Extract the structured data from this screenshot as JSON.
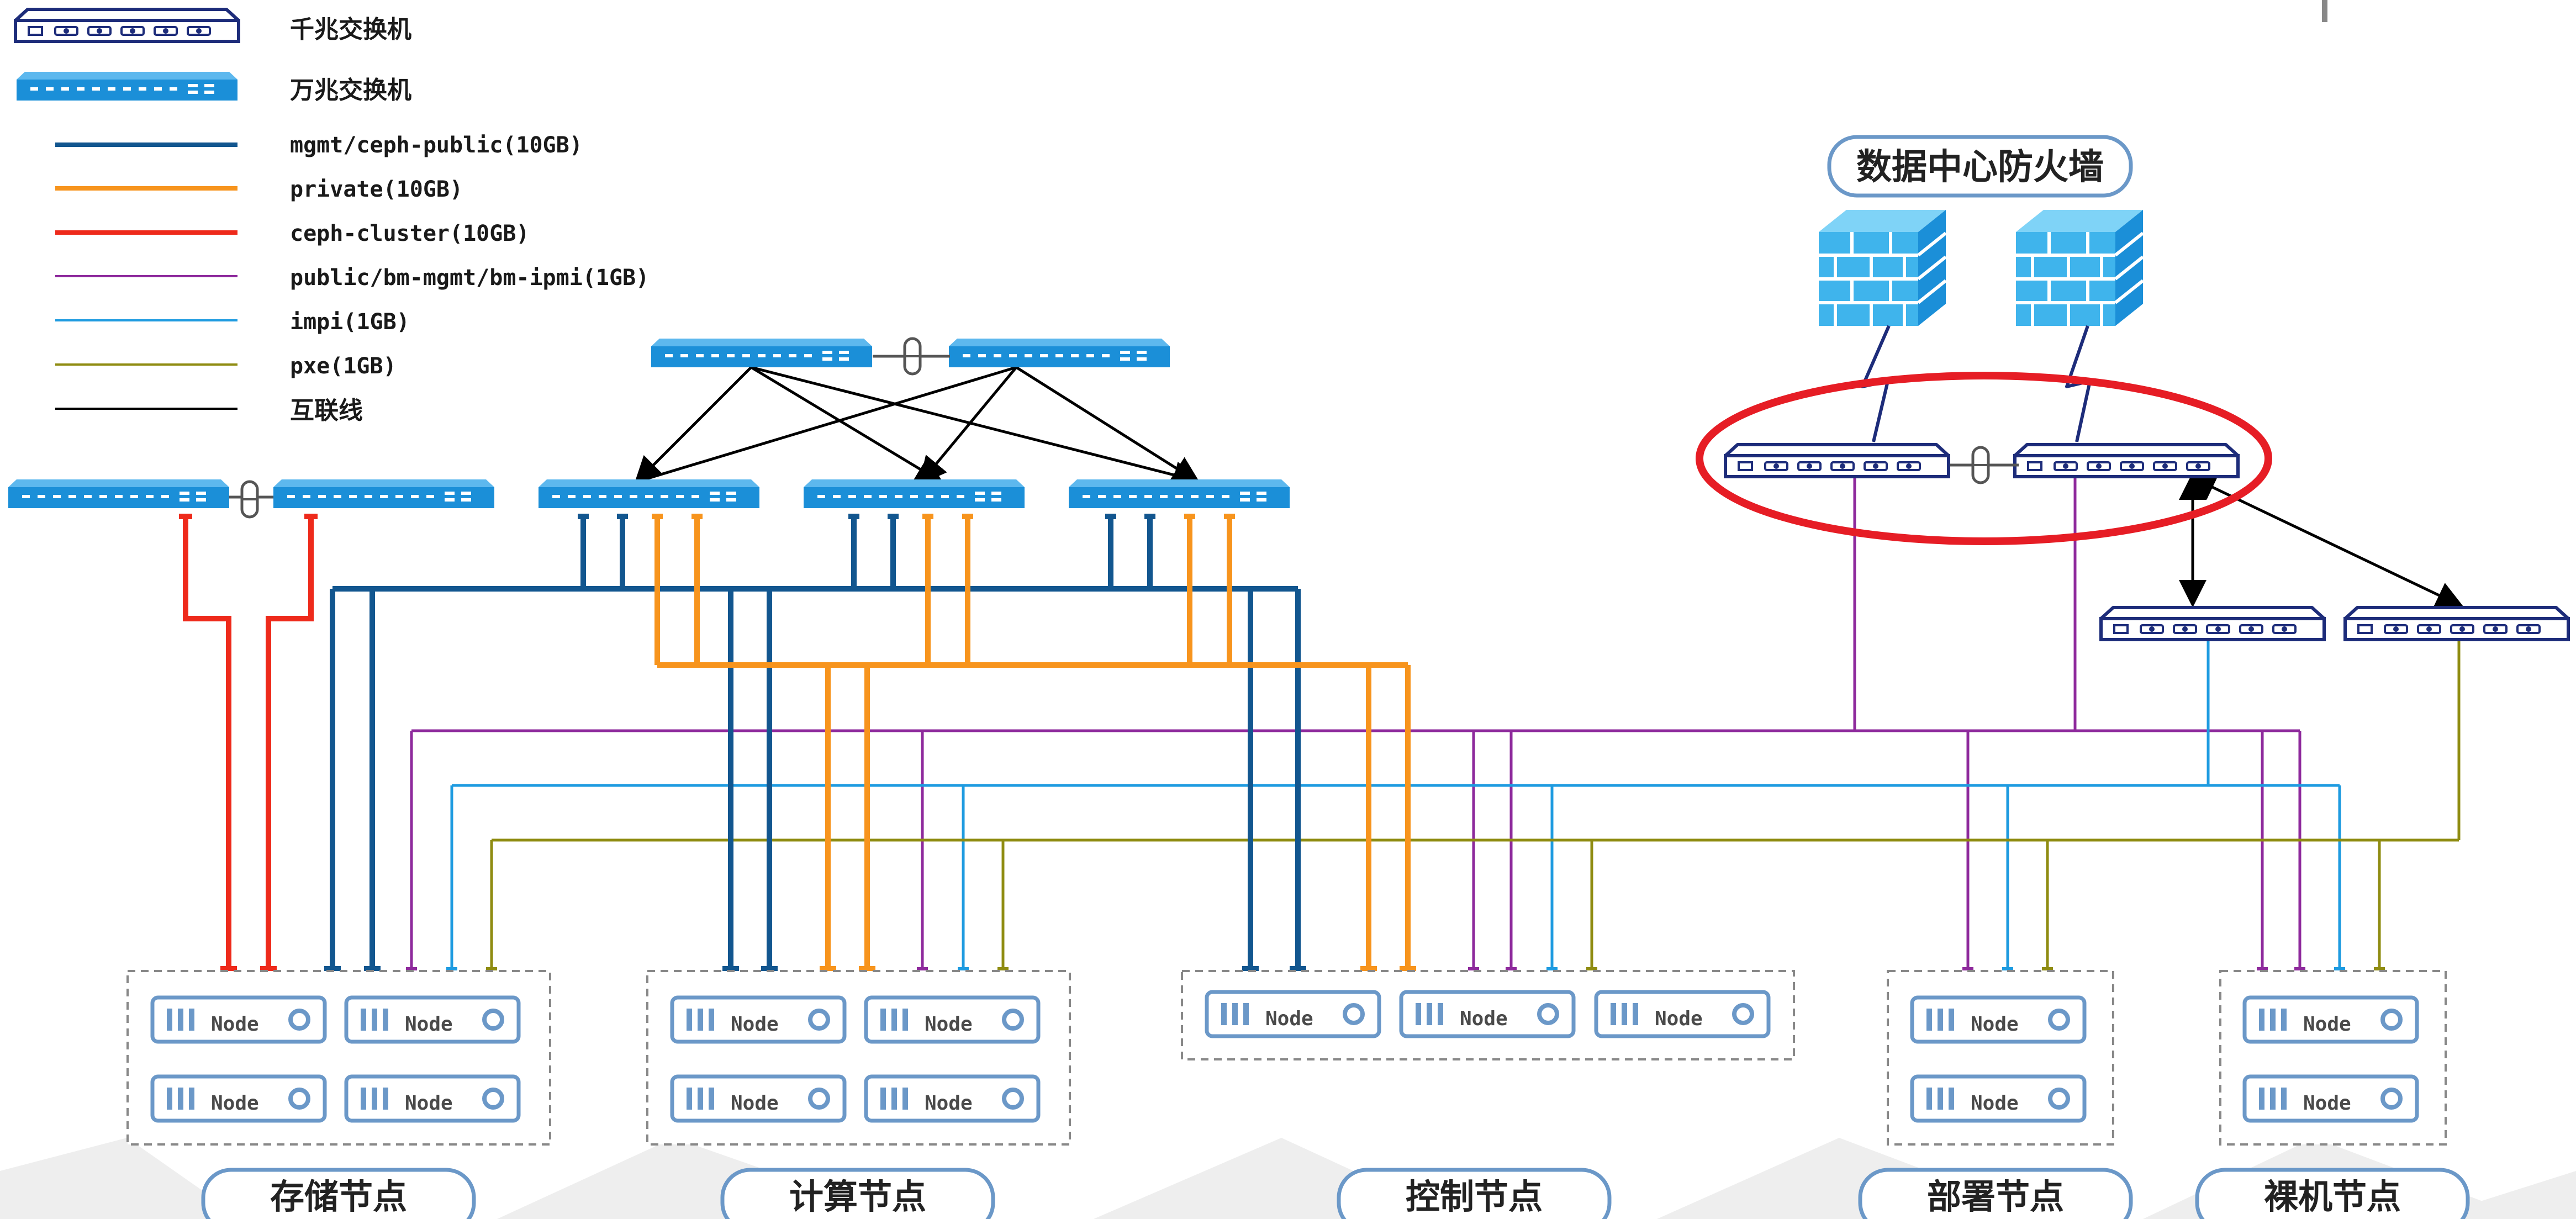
{
  "legend": {
    "switch_1g": "千兆交换机",
    "switch_10g": "万兆交换机",
    "mgmt": "mgmt/ceph-public(10GB)",
    "private": "private(10GB)",
    "ceph_cluster": "ceph-cluster(10GB)",
    "public": "public/bm-mgmt/bm-ipmi(1GB)",
    "ipmi": "impi(1GB)",
    "pxe": "pxe(1GB)",
    "interconnect": "互联线"
  },
  "firewall_label": "数据中心防火墙",
  "node_label": "Node",
  "groups": {
    "storage": "存储节点",
    "compute": "计算节点",
    "control": "控制节点",
    "deploy": "部署节点",
    "baremetal": "裸机节点"
  },
  "colors": {
    "mgmt": "#12568f",
    "private": "#f7941d",
    "ceph_cluster": "#ee2a1b",
    "public": "#8e2a9c",
    "ipmi": "#1e9be0",
    "pxe": "#8f8c12",
    "interconnect": "#000000",
    "switch_10g": "#1b8fd8",
    "switch_1g": "#1d2c7a",
    "highlight": "#e61d25"
  }
}
